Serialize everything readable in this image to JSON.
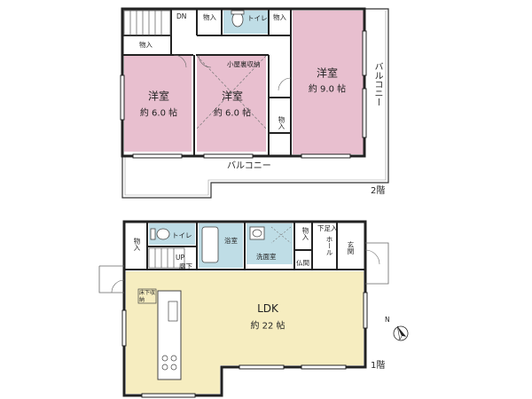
{
  "floor2": {
    "floor_label": "2階",
    "rooms": [
      {
        "name": "洋室",
        "area": "約 6.0 帖"
      },
      {
        "name": "洋室",
        "area": "約 6.0 帖"
      },
      {
        "name": "洋室",
        "area": "約 9.0 帖"
      }
    ],
    "attic_storage": "小屋裏収納",
    "toilet": "トイレ",
    "closet": "物入",
    "down_mark": "DN",
    "balcony": "バルコニー"
  },
  "floor1": {
    "floor_label": "1階",
    "ldk": {
      "name": "LDK",
      "area": "約 22 帖"
    },
    "bath": "浴室",
    "washroom": "洗面室",
    "toilet": "トイレ",
    "closet": "物入",
    "up_mark": "UP",
    "corridor": "廊下",
    "hall": "ホール",
    "entrance": "玄関",
    "shoe_storage": "下足入",
    "butsuma": "仏間",
    "underfloor_storage": "床下収納"
  },
  "compass": {
    "north": "N"
  },
  "colors": {
    "bedroom": "#e8bfcf",
    "ldk": "#f6edc0",
    "wet_area": "#bfdde6",
    "wall": "#222222"
  },
  "icons": [
    "stair-icon",
    "toilet-icon",
    "bathtub-icon",
    "sink-icon",
    "kitchen-counter-icon",
    "door-swing-icon",
    "north-arrow-icon"
  ]
}
